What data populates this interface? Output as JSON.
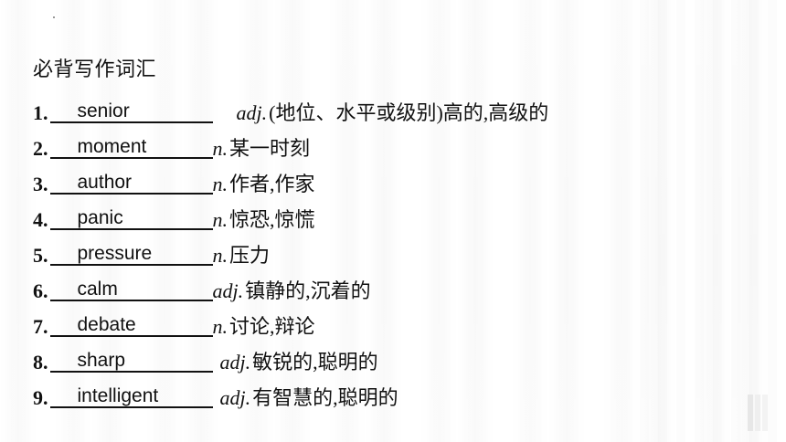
{
  "title": "必背写作词汇",
  "items": [
    {
      "num": "1",
      "answer": "senior",
      "pos": "adj.",
      "meaning": " (地位、水平或级别)高的,高级的",
      "spacing": "lg"
    },
    {
      "num": "2",
      "answer": "moment",
      "pos": "n.",
      "meaning": "某一时刻",
      "spacing": "none"
    },
    {
      "num": "3",
      "answer": "author",
      "pos": "n.",
      "meaning": "作者,作家",
      "spacing": "none"
    },
    {
      "num": "4",
      "answer": "panic",
      "pos": "n.",
      "meaning": " 惊恐,惊慌",
      "spacing": "none"
    },
    {
      "num": "5",
      "answer": "pressure",
      "pos": "n.",
      "meaning": " 压力",
      "spacing": "none"
    },
    {
      "num": "6",
      "answer": "calm",
      "pos": "adj.",
      "meaning": "镇静的,沉着的",
      "spacing": "none"
    },
    {
      "num": "7",
      "answer": "debate",
      "pos": "n.",
      "meaning": "讨论,辩论",
      "spacing": "none"
    },
    {
      "num": "8",
      "answer": "sharp",
      "pos": "adj.",
      "meaning": "敏锐的,聪明的",
      "spacing": "sm"
    },
    {
      "num": "9",
      "answer": "intelligent",
      "pos": "adj.",
      "meaning": "有智慧的,聪明的",
      "spacing": "sm"
    }
  ]
}
